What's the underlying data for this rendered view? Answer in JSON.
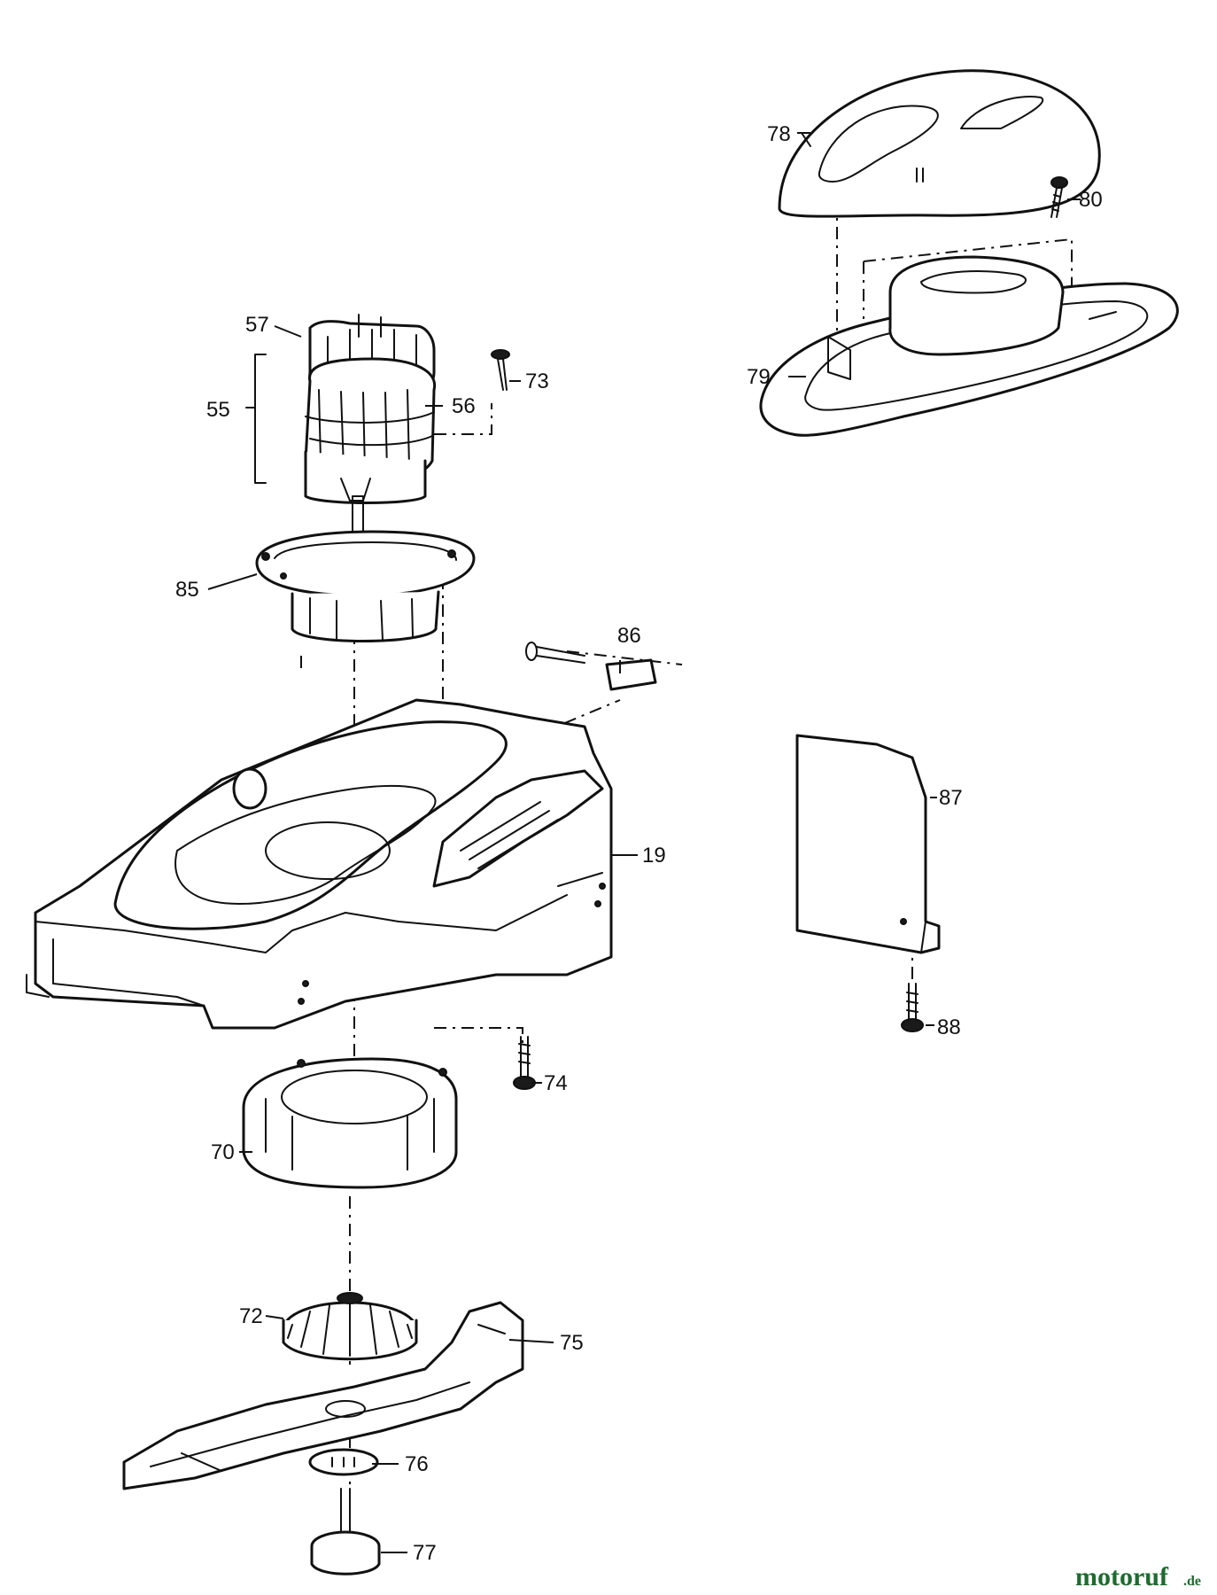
{
  "callouts": {
    "c19": "19",
    "c55": "55",
    "c56": "56",
    "c57": "57",
    "c70": "70",
    "c72": "72",
    "c73": "73",
    "c74": "74",
    "c75": "75",
    "c76": "76",
    "c77": "77",
    "c78": "78",
    "c79": "79",
    "c80": "80",
    "c85": "85",
    "c86": "86",
    "c87": "87",
    "c88": "88"
  },
  "watermark": {
    "text": "motoruf",
    "suffix": ".de",
    "color": "#1d6b2f"
  }
}
